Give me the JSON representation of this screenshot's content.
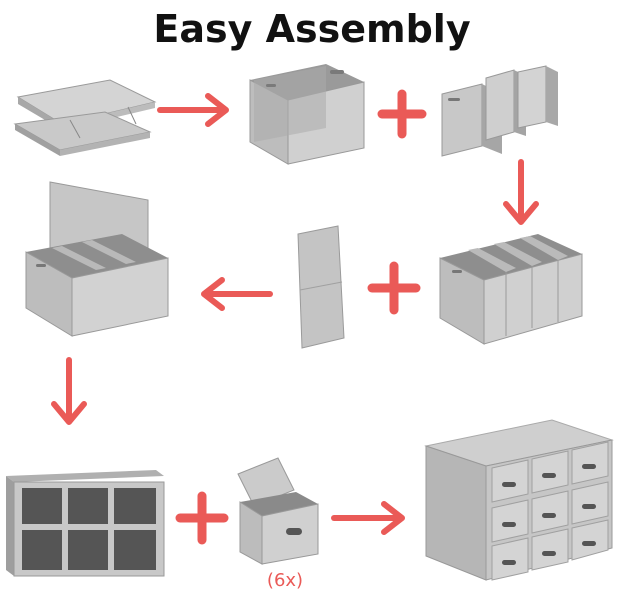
{
  "title": "Easy Assembly",
  "count_label": "(6x)",
  "colors": {
    "accent": "#ea5a57",
    "fabric_light": "#d2d2d2",
    "fabric_mid": "#bdbdbd",
    "fabric_dark": "#a6a6a6",
    "fabric_inner": "#8f8f8f",
    "title": "#111111"
  },
  "steps": [
    {
      "name": "flat-folded-box"
    },
    {
      "name": "unfolded-box"
    },
    {
      "name": "divider-inserts"
    },
    {
      "name": "box-with-dividers"
    },
    {
      "name": "base-panel"
    },
    {
      "name": "box-with-lid-open"
    },
    {
      "name": "cabinet-frame"
    },
    {
      "name": "small-drawer-box"
    },
    {
      "name": "finished-drawer-cabinet"
    }
  ]
}
